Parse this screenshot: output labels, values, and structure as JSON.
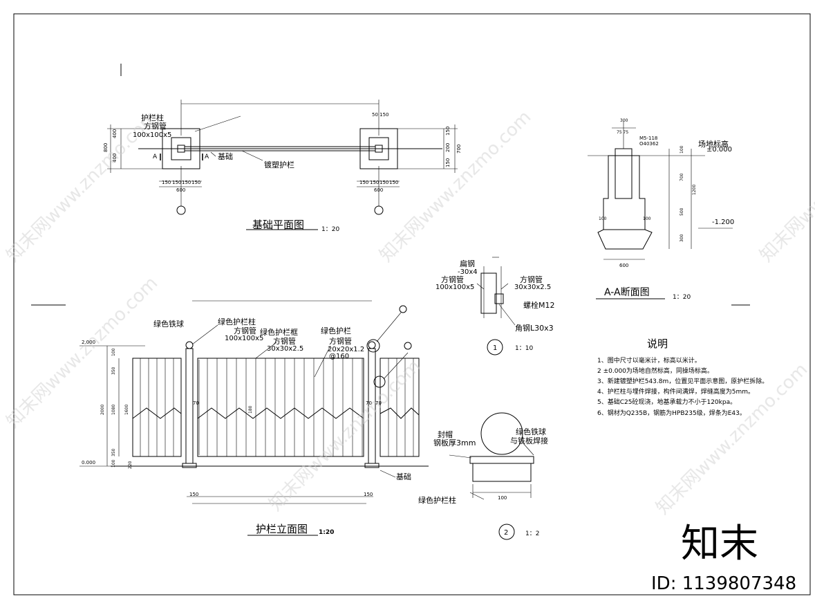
{
  "plan": {
    "title": "基础平面图",
    "scale": "1：20",
    "post_label": "护栏柱",
    "post_spec_a": "方钢管",
    "post_spec_b": "100x100x5",
    "foundation_label": "基础",
    "railing_label": "镀塑护栏",
    "section_mark": "A",
    "dims_left": [
      "400",
      "400",
      "800"
    ],
    "dims_right": [
      "150",
      "200",
      "150",
      "700"
    ],
    "dims_bottom_left": [
      "150",
      "150",
      "150",
      "150",
      "600"
    ],
    "dims_bottom_right": [
      "150",
      "150",
      "150",
      "150",
      "600"
    ],
    "dim_top_right": "50 150"
  },
  "section": {
    "title": "A-A断面图",
    "scale": "1：20",
    "site_level_label": "场地标高",
    "level_top": "±0.000",
    "level_bottom": "-1.200",
    "bolt_note_a": "M5-118",
    "bolt_note_b": "O40362",
    "dim_top": "300",
    "dim_top_split": "75 75",
    "dims_vertical": [
      "100",
      "700",
      "500",
      "300"
    ],
    "dim_total": "1200",
    "dim_bottom": "600",
    "dim_side_left": "100",
    "dim_side_right": "100"
  },
  "elevation": {
    "title": "护栏立面图",
    "scale": "1:20",
    "ball_label": "绿色铁球",
    "post_label": "绿色护栏柱",
    "post_spec_a": "方钢管",
    "post_spec_b": "100x100x5",
    "frame_label": "绿色护栏框",
    "frame_spec_a": "方钢管",
    "frame_spec_b": "30x30x2.5",
    "rail_label": "绿色护栏",
    "rail_spec_a": "方钢管",
    "rail_spec_b": "20x20x1.2",
    "rail_spec_c": "@160",
    "foundation_label": "基础",
    "level_top": "2.000",
    "level_bottom": "0.000",
    "dims_left": [
      "100",
      "350",
      "1080",
      "350",
      "100"
    ],
    "dim_total_a": "2000",
    "dim_total_b": "1600",
    "dim_gap": "70",
    "dim_zig": "180",
    "dim_bottom_left": "150",
    "dim_bottom_right": "150",
    "dim_220": "220"
  },
  "detail1": {
    "callout": "1",
    "scale": "1：10",
    "flat_steel_label": "扁钢",
    "flat_steel_spec": "-30x4",
    "post_label": "方钢管",
    "post_spec": "100x100x5",
    "tube_label": "方钢管",
    "tube_spec": "30x30x2.5",
    "bolt_label": "螺栓M12",
    "angle_label": "角钢L30x3"
  },
  "detail2": {
    "callout": "2",
    "scale": "1：2",
    "cap_label_a": "封帽",
    "cap_label_b": "钢板厚3mm",
    "ball_label_a": "绿色铁球",
    "ball_label_b": "与铁板焊接",
    "post_label": "绿色护栏柱",
    "dim_bottom": "100"
  },
  "notes": {
    "title": "说明",
    "items": [
      "1、图中尺寸以毫米计，标高以米计。",
      "2 ±0.000为场地自然标高，同操场标高。",
      "3、新建镀塑护栏543.8m，位置见平面示意图，原护栏拆除。",
      "4、护栏柱与埋件焊接，构件间满焊，焊缝高度为5mm。",
      "5、基础C25砼现浇，地基承载力不小于120kpa。",
      "6、钢材为Q235B，钢筋为HPB235级，焊条为E43。"
    ]
  },
  "watermark": {
    "text": "知末网www.znzmo.com",
    "logo": "知末",
    "id_label": "ID: 1139807348"
  }
}
